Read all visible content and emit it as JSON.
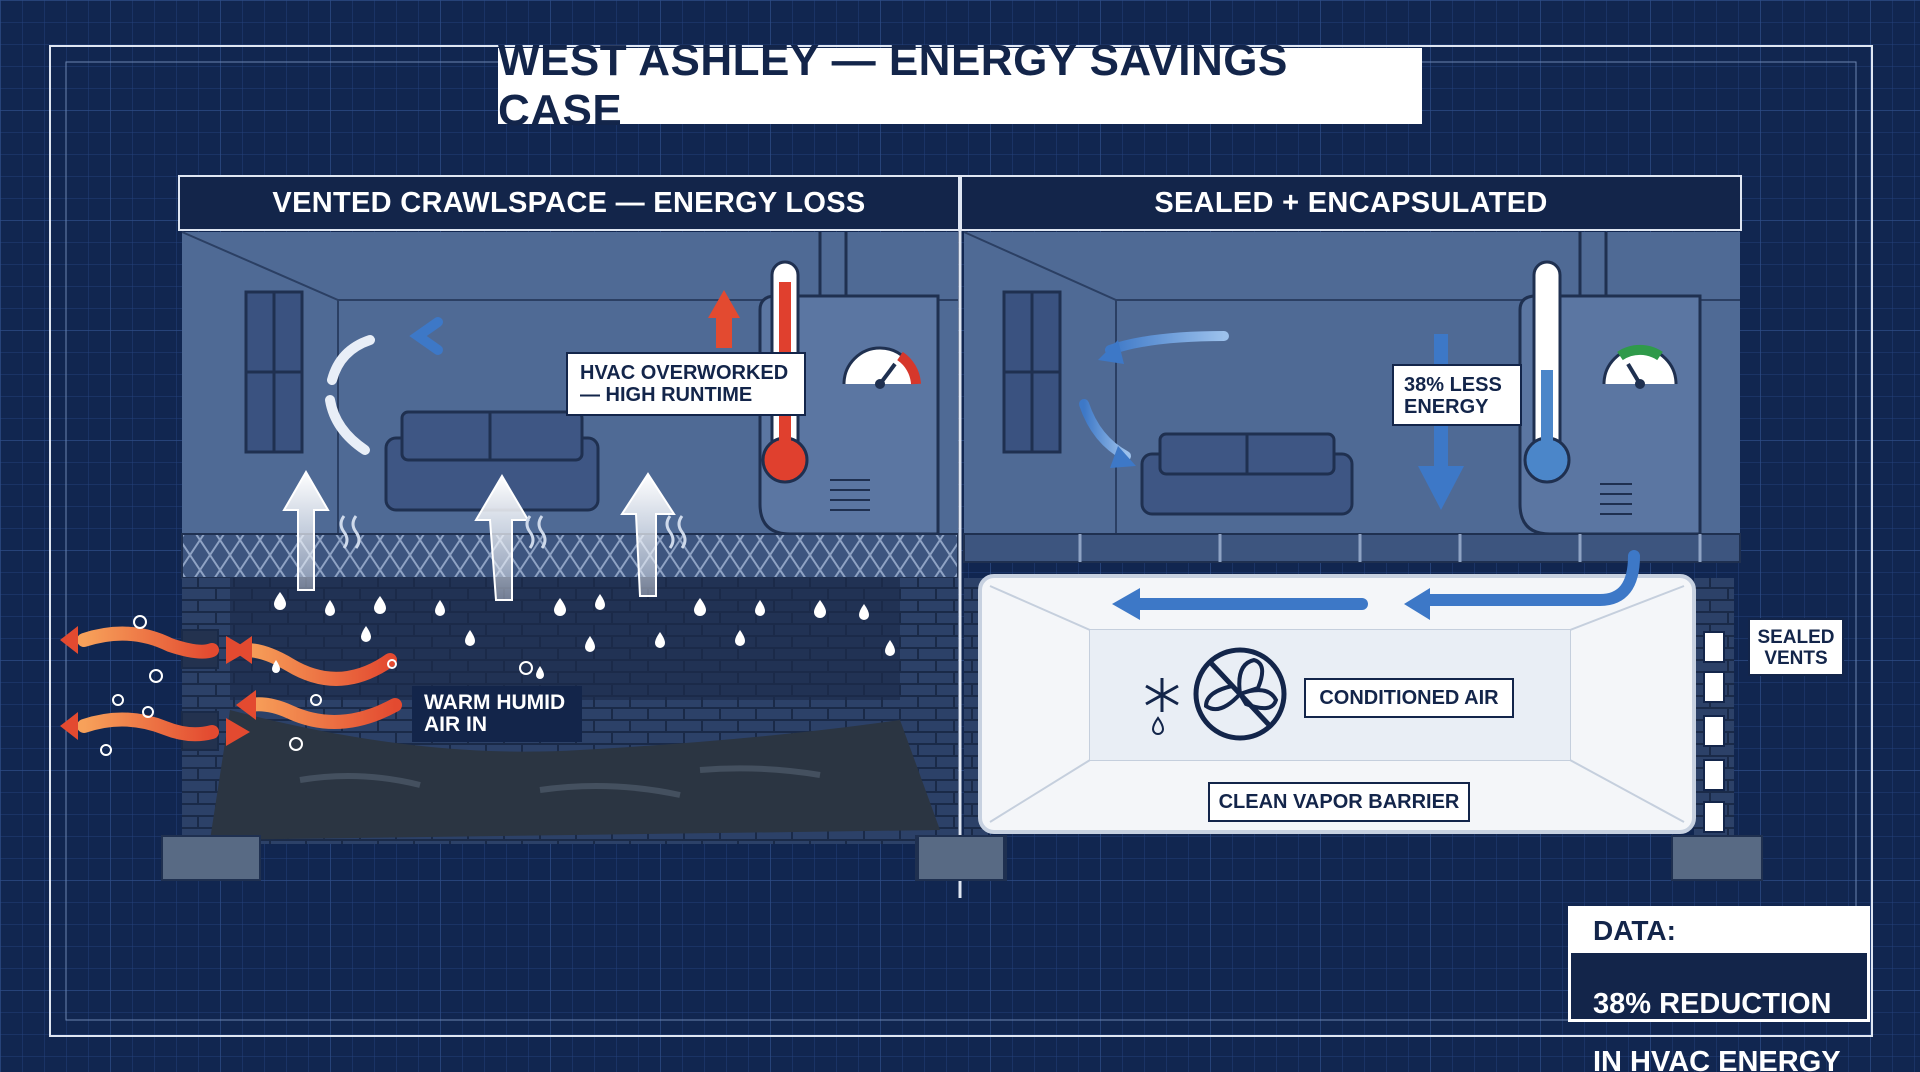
{
  "title": "WEST ASHLEY — ENERGY SAVINGS CASE",
  "panels": {
    "left": {
      "heading": "VENTED CRAWLSPACE — ENERGY LOSS",
      "hvac_callout_line1": "HVAC OVERWORKED",
      "hvac_callout_line2": "— HIGH RUNTIME",
      "air_in_line1": "WARM HUMID",
      "air_in_line2": "AIR IN",
      "thermometer_state": "hot",
      "gauge_state": "high"
    },
    "right": {
      "heading": "SEALED + ENCAPSULATED",
      "savings_callout_line1": "38% LESS",
      "savings_callout_line2": "ENERGY",
      "conditioned_air": "CONDITIONED AIR",
      "vapor_barrier": "CLEAN VAPOR BARRIER",
      "sealed_vents_line1": "SEALED",
      "sealed_vents_line2": "VENTS",
      "thermometer_state": "cool",
      "gauge_state": "low"
    }
  },
  "data_card": {
    "heading": "DATA:",
    "line1": "38% REDUCTION",
    "line2": "IN HVAC ENERGY"
  },
  "colors": {
    "background": "#112650",
    "grid": "#2a4373",
    "room": "#4e6a96",
    "hot_arrow": "#e8583a",
    "cool_arrow": "#3f7dc9",
    "barrier": "#f4f6f9"
  },
  "icons": {
    "fan": "fan-off-icon",
    "snowflake": "snowflake-icon",
    "water_drops": "water-drop-icon"
  }
}
